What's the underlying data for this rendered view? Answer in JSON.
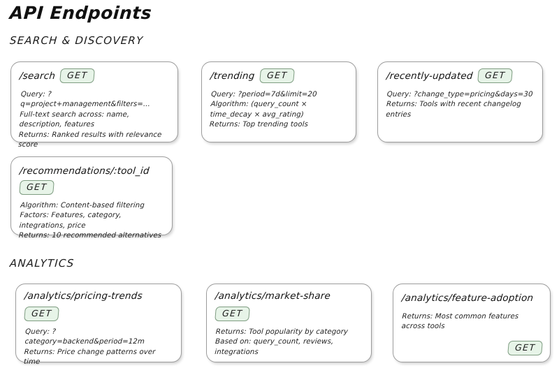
{
  "title": "API Endpoints",
  "sections": [
    {
      "heading": "SEARCH & DISCOVERY",
      "cards": [
        {
          "path": "/search",
          "method": "GET",
          "badge_position": "inline",
          "lines": [
            "Query: ?q=project+management&filters=...",
            "Full-text search across: name, description, features",
            "Returns: Ranked results with relevance score"
          ]
        },
        {
          "path": "/trending",
          "method": "GET",
          "badge_position": "inline",
          "lines": [
            "Query: ?period=7d&limit=20",
            "Algorithm: (query_count × time_decay × avg_rating)",
            "Returns: Top trending tools"
          ]
        },
        {
          "path": "/recently-updated",
          "method": "GET",
          "badge_position": "inline",
          "lines": [
            "Query: ?change_type=pricing&days=30",
            "Returns: Tools with recent changelog entries"
          ]
        },
        {
          "path": "/recommendations/:tool_id",
          "method": "GET",
          "badge_position": "stacked",
          "lines": [
            "Algorithm: Content-based filtering",
            "Factors: Features, category, integrations, price",
            "Returns: 10 recommended alternatives"
          ]
        }
      ]
    },
    {
      "heading": "ANALYTICS",
      "cards": [
        {
          "path": "/analytics/pricing-trends",
          "method": "GET",
          "badge_position": "inline",
          "lines": [
            "Query: ?category=backend&period=12m",
            "Returns: Price change patterns over time"
          ]
        },
        {
          "path": "/analytics/market-share",
          "method": "GET",
          "badge_position": "inline",
          "lines": [
            "Returns: Tool popularity by category",
            "Based on: query_count, reviews, integrations"
          ]
        },
        {
          "path": "/analytics/feature-adoption",
          "method": "GET",
          "badge_position": "bottom-right",
          "lines": [
            "Returns: Most common features across tools"
          ]
        }
      ]
    }
  ],
  "colors": {
    "background": "#ffffff",
    "card_border": "#9c9c9c",
    "badge_fill": "#e7f4e8",
    "badge_border": "#7f9d82",
    "text": "#1a1a1a"
  }
}
